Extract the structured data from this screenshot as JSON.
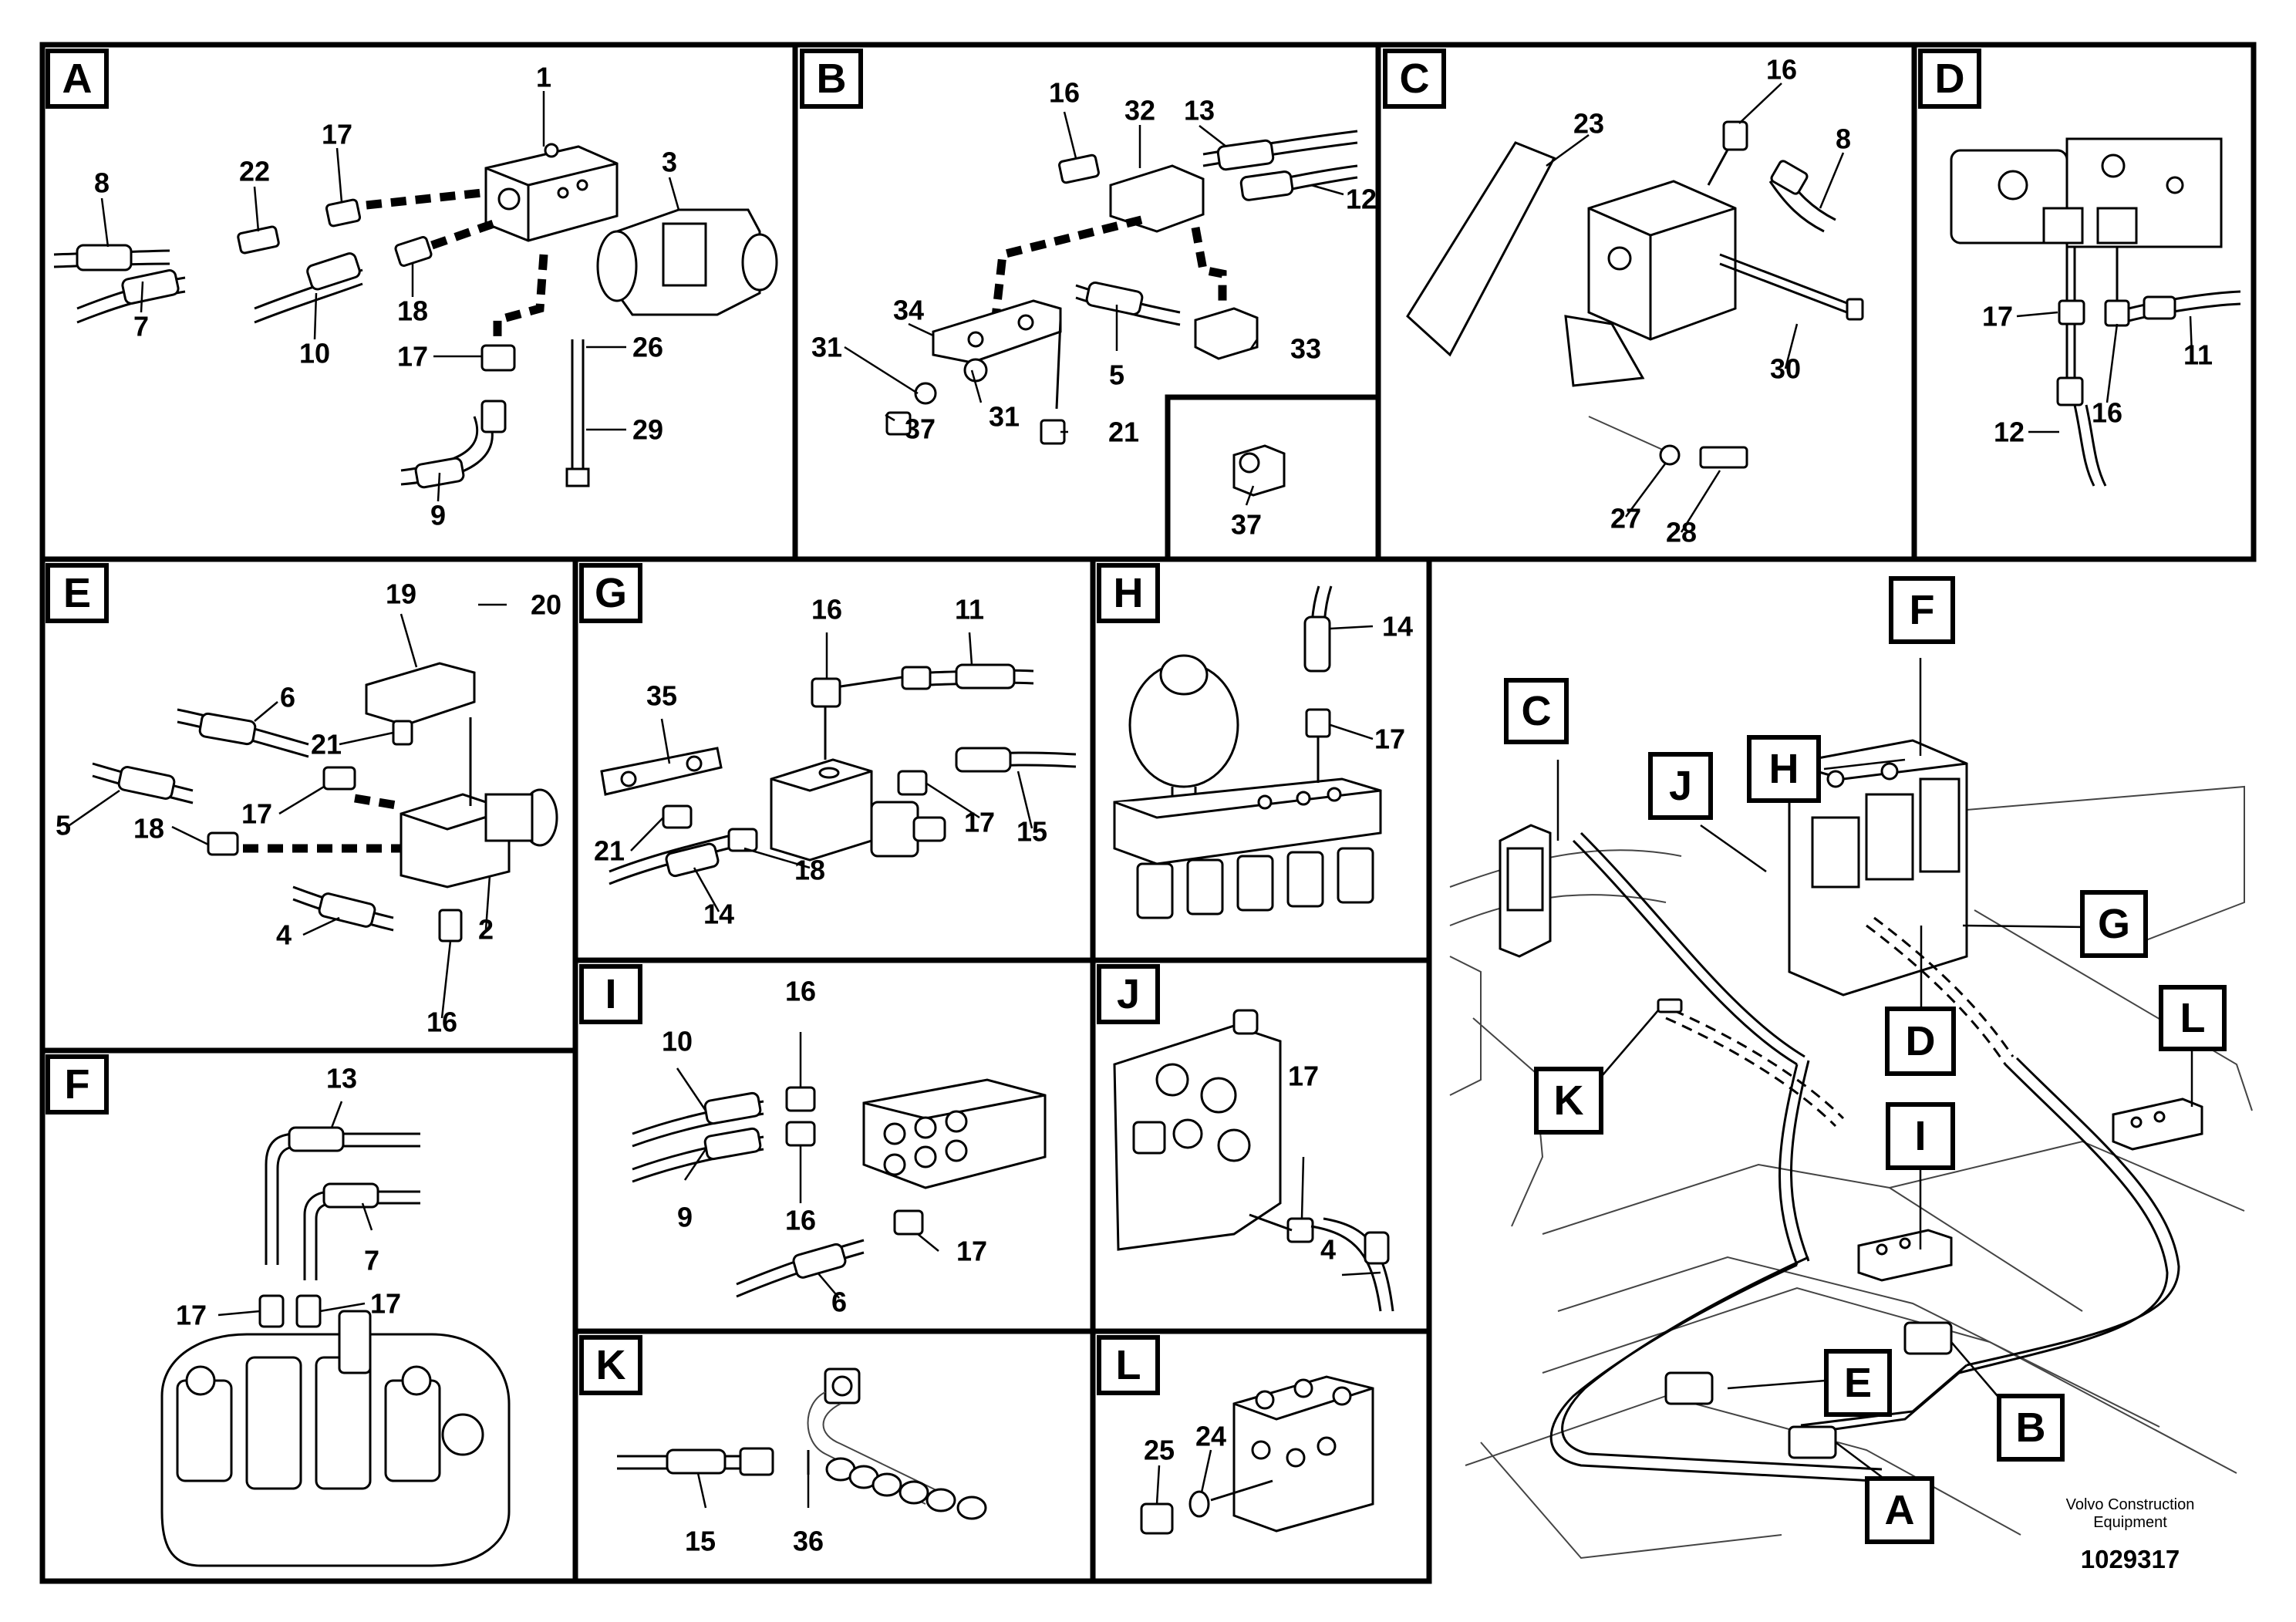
{
  "panels": {
    "A": {
      "tag": "A",
      "callouts": [
        "1",
        "3",
        "8",
        "22",
        "17",
        "7",
        "10",
        "18",
        "17",
        "26",
        "29",
        "9"
      ]
    },
    "B": {
      "tag": "B",
      "callouts": [
        "16",
        "32",
        "13",
        "12",
        "34",
        "31",
        "37",
        "31",
        "5",
        "33",
        "21"
      ]
    },
    "B_inset": {
      "callouts": [
        "37"
      ]
    },
    "C": {
      "tag": "C",
      "callouts": [
        "16",
        "23",
        "8",
        "30",
        "27",
        "28"
      ]
    },
    "D": {
      "tag": "D",
      "callouts": [
        "17",
        "11",
        "12",
        "16"
      ]
    },
    "E": {
      "tag": "E",
      "callouts": [
        "19",
        "20",
        "6",
        "21",
        "5",
        "17",
        "18",
        "4",
        "2",
        "16"
      ]
    },
    "G": {
      "tag": "G",
      "callouts": [
        "16",
        "11",
        "35",
        "21",
        "17",
        "15",
        "14",
        "18"
      ]
    },
    "H": {
      "tag": "H",
      "callouts": [
        "14",
        "17"
      ]
    },
    "F": {
      "tag": "F",
      "callouts": [
        "13",
        "7",
        "17",
        "17"
      ]
    },
    "I": {
      "tag": "I",
      "callouts": [
        "16",
        "10",
        "16",
        "9",
        "17",
        "6"
      ]
    },
    "J": {
      "tag": "J",
      "callouts": [
        "17",
        "4"
      ]
    },
    "K": {
      "tag": "K",
      "callouts": [
        "15",
        "36"
      ]
    },
    "L": {
      "tag": "L",
      "callouts": [
        "25",
        "24"
      ]
    }
  },
  "overview": {
    "tags": [
      "C",
      "F",
      "J",
      "H",
      "G",
      "D",
      "K",
      "L",
      "I",
      "E",
      "B",
      "A"
    ]
  },
  "footer": {
    "company": "Volvo Construction",
    "company_line2": "Equipment",
    "drawing_number": "1029317"
  }
}
